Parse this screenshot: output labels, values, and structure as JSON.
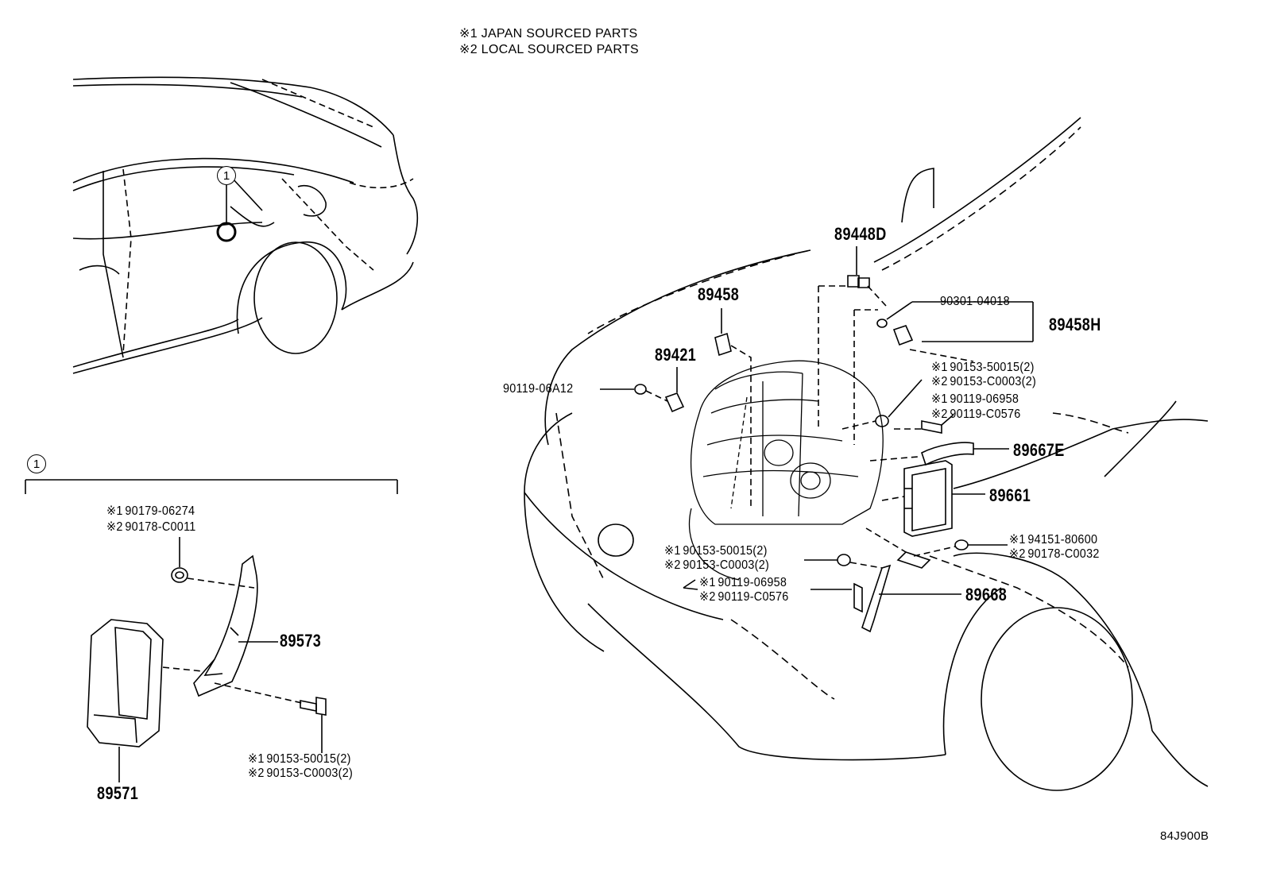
{
  "legend": {
    "note1": "※1 JAPAN SOURCED PARTS",
    "note2": "※2 LOCAL SOURCED PARTS"
  },
  "callout": {
    "marker": "1"
  },
  "parts": {
    "p89448D": "89448D",
    "p89458": "89458",
    "p90301": "90301-04018",
    "p89458H": "89458H",
    "p89421": "89421",
    "p9011906A12": "90119-06A12",
    "r1_a": "90153-50015(2)",
    "r1_b": "90153-C0003(2)",
    "r2_a": "90119-06958",
    "r2_b": "90119-C0576",
    "p89667E": "89667E",
    "p89661": "89661",
    "r3_a": "94151-80600",
    "r3_b": "90178-C0032",
    "c1_a": "90153-50015(2)",
    "c1_b": "90153-C0003(2)",
    "c2_a": "90119-06958",
    "c2_b": "90119-C0576",
    "p89668": "89668",
    "l1_a": "90179-06274",
    "l1_b": "90178-C0011",
    "p89573": "89573",
    "l2_a": "90153-50015(2)",
    "l2_b": "90153-C0003(2)",
    "p89571": "89571"
  },
  "marks": {
    "m1": "※1",
    "m2": "※2"
  },
  "diagram_code": "84J900B"
}
